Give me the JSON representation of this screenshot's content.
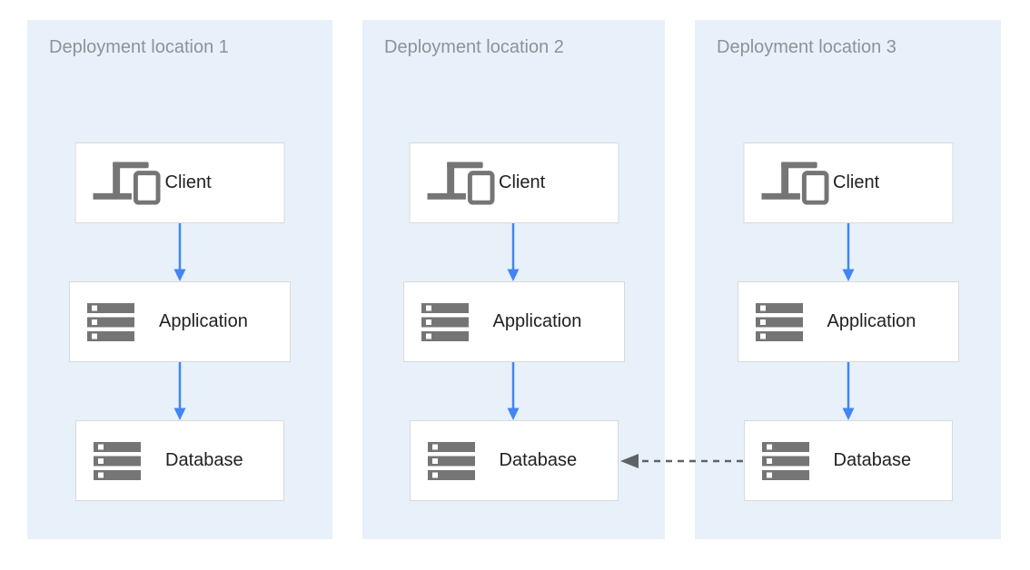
{
  "diagram": {
    "type": "architecture-diagram",
    "panels": [
      {
        "title": "Deployment location 1",
        "nodes": [
          {
            "label": "Client",
            "icon": "client-devices-icon"
          },
          {
            "label": "Application",
            "icon": "server-stack-icon"
          },
          {
            "label": "Database",
            "icon": "server-stack-icon"
          }
        ]
      },
      {
        "title": "Deployment location 2",
        "nodes": [
          {
            "label": "Client",
            "icon": "client-devices-icon"
          },
          {
            "label": "Application",
            "icon": "server-stack-icon"
          },
          {
            "label": "Database",
            "icon": "server-stack-icon"
          }
        ]
      },
      {
        "title": "Deployment location 3",
        "nodes": [
          {
            "label": "Client",
            "icon": "client-devices-icon"
          },
          {
            "label": "Application",
            "icon": "server-stack-icon"
          },
          {
            "label": "Database",
            "icon": "server-stack-icon"
          }
        ]
      }
    ],
    "connections": [
      {
        "from": "client",
        "to": "application",
        "panel": 1,
        "style": "solid-arrow",
        "direction": "down",
        "color": "#4285F4"
      },
      {
        "from": "application",
        "to": "database",
        "panel": 1,
        "style": "solid-arrow",
        "direction": "down",
        "color": "#4285F4"
      },
      {
        "from": "client",
        "to": "application",
        "panel": 2,
        "style": "solid-arrow",
        "direction": "down",
        "color": "#4285F4"
      },
      {
        "from": "application",
        "to": "database",
        "panel": 2,
        "style": "solid-arrow",
        "direction": "down",
        "color": "#4285F4"
      },
      {
        "from": "client",
        "to": "application",
        "panel": 3,
        "style": "solid-arrow",
        "direction": "down",
        "color": "#4285F4"
      },
      {
        "from": "application",
        "to": "database",
        "panel": 3,
        "style": "solid-arrow",
        "direction": "down",
        "color": "#4285F4"
      },
      {
        "from": "database-panel-3",
        "to": "database-panel-2",
        "style": "dashed-arrow",
        "direction": "left",
        "color": "#5F6368"
      }
    ],
    "colors": {
      "page_bg": "#FFFFFF",
      "panel_bg": "#E8F1FA",
      "panel_title": "#8D9297",
      "card_bg": "#FFFFFF",
      "card_border": "#D9D9D9",
      "label_text": "#212121",
      "icon_gray": "#757575",
      "arrow_blue": "#4285F4",
      "arrow_dashed_gray": "#5F6368"
    }
  }
}
